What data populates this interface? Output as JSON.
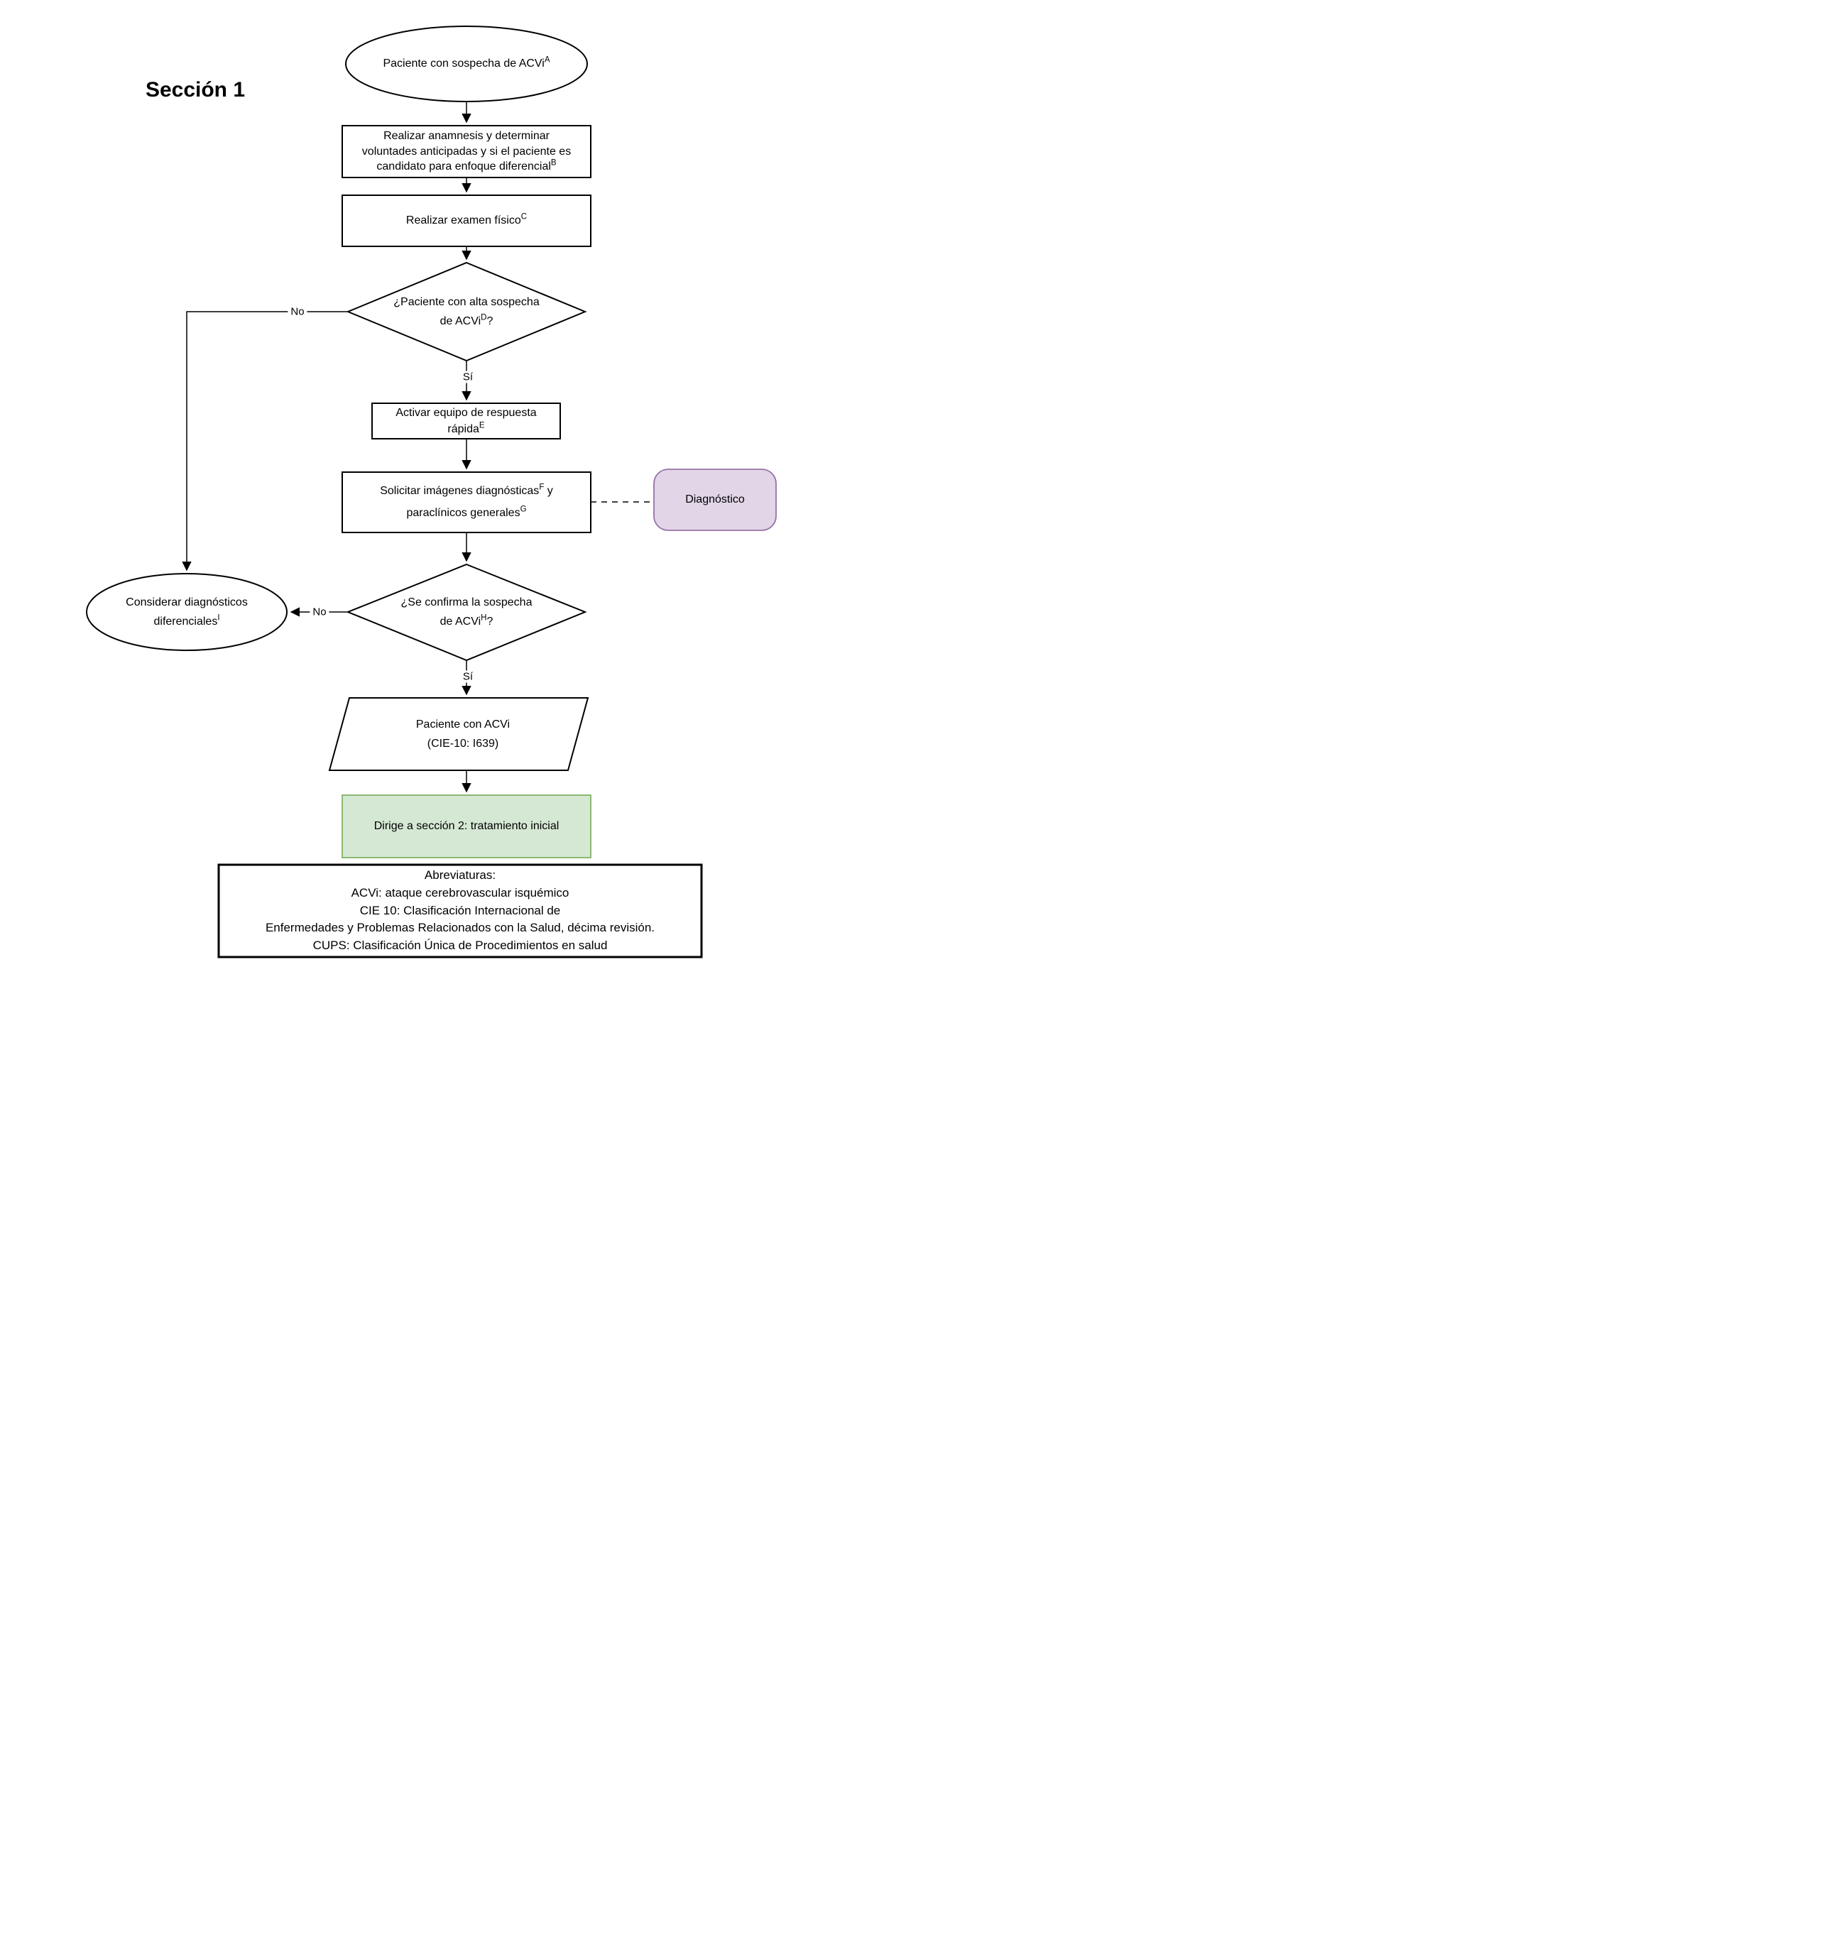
{
  "title": "Sección 1",
  "colors": {
    "shape_stroke": "#000000",
    "shape_fill": "#ffffff",
    "diagnosis_fill": "#e1d5e7",
    "diagnosis_stroke": "#9673a6",
    "section2_fill": "#d5e8d4",
    "section2_stroke": "#82b366"
  },
  "edge_labels": {
    "yes": "Sí",
    "no": "No"
  },
  "nodes": {
    "start": {
      "text": "Paciente con sospecha de ACVi",
      "sup": "A"
    },
    "anamnesis": {
      "line1": "Realizar anamnesis y determinar",
      "line2": "voluntades anticipadas y si el paciente es",
      "line3": "candidato para enfoque diferencial",
      "sup": "B"
    },
    "exam": {
      "text": "Realizar examen físico",
      "sup": "C"
    },
    "decision_high_suspicion": {
      "line1": "¿Paciente con alta sospecha",
      "line2": "de ACVi",
      "sup": "D",
      "tail": "?"
    },
    "activate_team": {
      "line1": "Activar equipo de respuesta",
      "line2": "rápida",
      "sup": "E"
    },
    "imaging": {
      "line1_text": "Solicitar imágenes diagnósticas",
      "line1_sup": "F",
      "line1_tail": " y",
      "line2_text": "paraclínicos generales",
      "line2_sup": "G"
    },
    "diagnosis_ref": {
      "text": "Diagnóstico"
    },
    "decision_confirm": {
      "line1": "¿Se confirma la sospecha",
      "line2": "de ACVi",
      "sup": "H",
      "tail": "?"
    },
    "differentials": {
      "line1": "Considerar diagnósticos",
      "line2": "diferenciales",
      "sup": "I"
    },
    "patient_acvi": {
      "line1": "Paciente con ACVi",
      "line2": "(CIE-10: I639)"
    },
    "go_section2": {
      "text": "Dirige a sección 2: tratamiento inicial"
    }
  },
  "legend": {
    "lines": [
      "Abreviaturas:",
      "ACVi: ataque cerebrovascular isquémico",
      "CIE 10: Clasificación Internacional de",
      "Enfermedades y Problemas Relacionados con la Salud, décima revisión.",
      "CUPS: Clasificación Única de Procedimientos en salud"
    ]
  }
}
